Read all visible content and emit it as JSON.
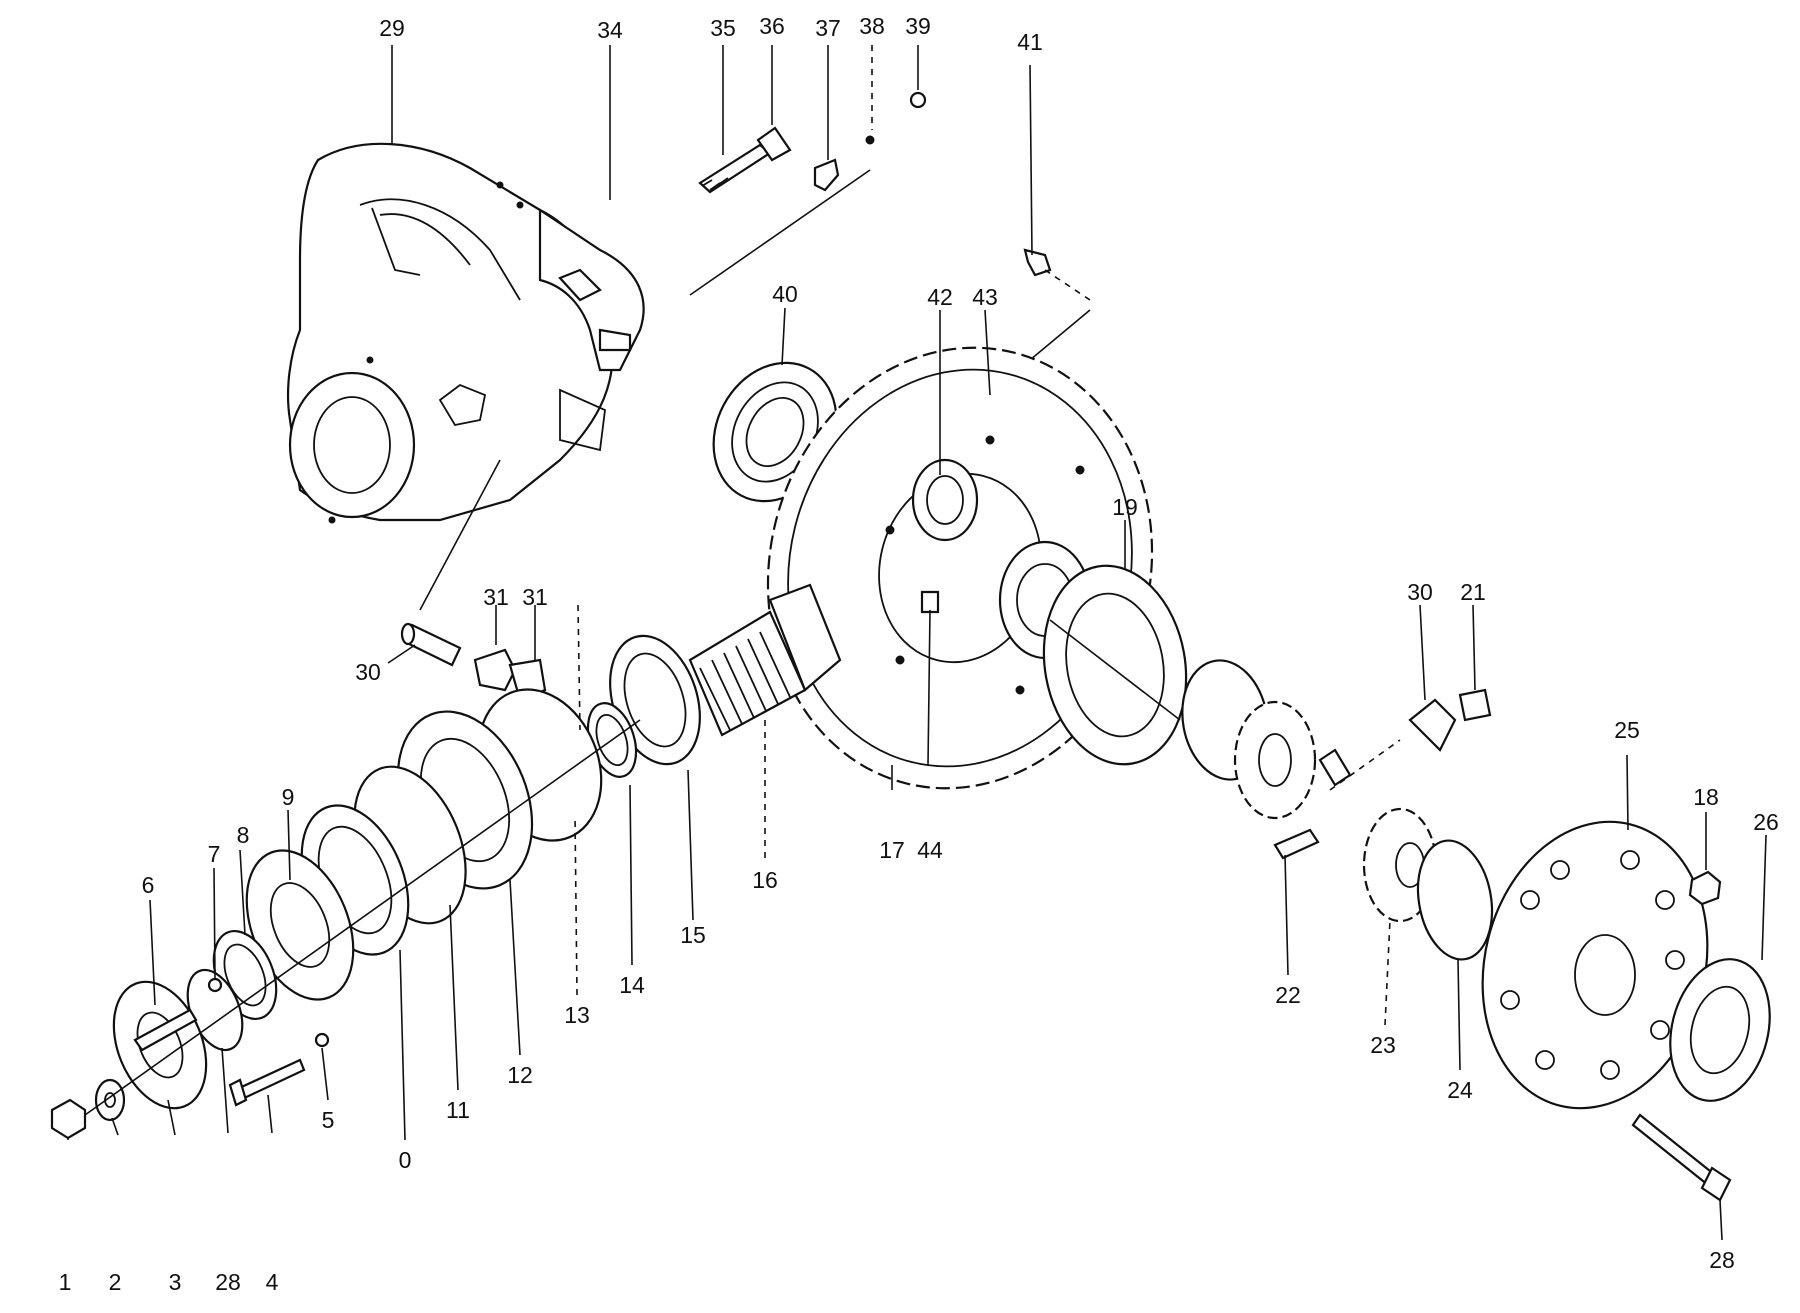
{
  "colors": {
    "ink": "#111111",
    "background": "#ffffff"
  },
  "callouts": [
    {
      "id": "c1",
      "label": "1"
    },
    {
      "id": "c2",
      "label": "2"
    },
    {
      "id": "c3",
      "label": "3"
    },
    {
      "id": "c28a",
      "label": "28"
    },
    {
      "id": "c4",
      "label": "4"
    },
    {
      "id": "c5",
      "label": "5"
    },
    {
      "id": "c6",
      "label": "6"
    },
    {
      "id": "c7",
      "label": "7"
    },
    {
      "id": "c8",
      "label": "8"
    },
    {
      "id": "c9",
      "label": "9"
    },
    {
      "id": "c0",
      "label": "0"
    },
    {
      "id": "c11",
      "label": "11"
    },
    {
      "id": "c12",
      "label": "12"
    },
    {
      "id": "c13",
      "label": "13"
    },
    {
      "id": "c14",
      "label": "14"
    },
    {
      "id": "c15",
      "label": "15"
    },
    {
      "id": "c16",
      "label": "16"
    },
    {
      "id": "c17",
      "label": "17"
    },
    {
      "id": "c44",
      "label": "44"
    },
    {
      "id": "c19",
      "label": "19"
    },
    {
      "id": "c30a",
      "label": "30"
    },
    {
      "id": "c31",
      "label": "31"
    },
    {
      "id": "c31b",
      "label": "31"
    },
    {
      "id": "c40",
      "label": "40"
    },
    {
      "id": "c42",
      "label": "42"
    },
    {
      "id": "c43",
      "label": "43"
    },
    {
      "id": "c29",
      "label": "29"
    },
    {
      "id": "c34",
      "label": "34"
    },
    {
      "id": "c35",
      "label": "35"
    },
    {
      "id": "c36",
      "label": "36"
    },
    {
      "id": "c37",
      "label": "37"
    },
    {
      "id": "c38",
      "label": "38"
    },
    {
      "id": "c39",
      "label": "39"
    },
    {
      "id": "c41",
      "label": "41"
    },
    {
      "id": "c30b",
      "label": "30"
    },
    {
      "id": "c21",
      "label": "21"
    },
    {
      "id": "c25",
      "label": "25"
    },
    {
      "id": "c18",
      "label": "18"
    },
    {
      "id": "c26",
      "label": "26"
    },
    {
      "id": "c22",
      "label": "22"
    },
    {
      "id": "c23",
      "label": "23"
    },
    {
      "id": "c24",
      "label": "24"
    },
    {
      "id": "c28b",
      "label": "28"
    }
  ]
}
